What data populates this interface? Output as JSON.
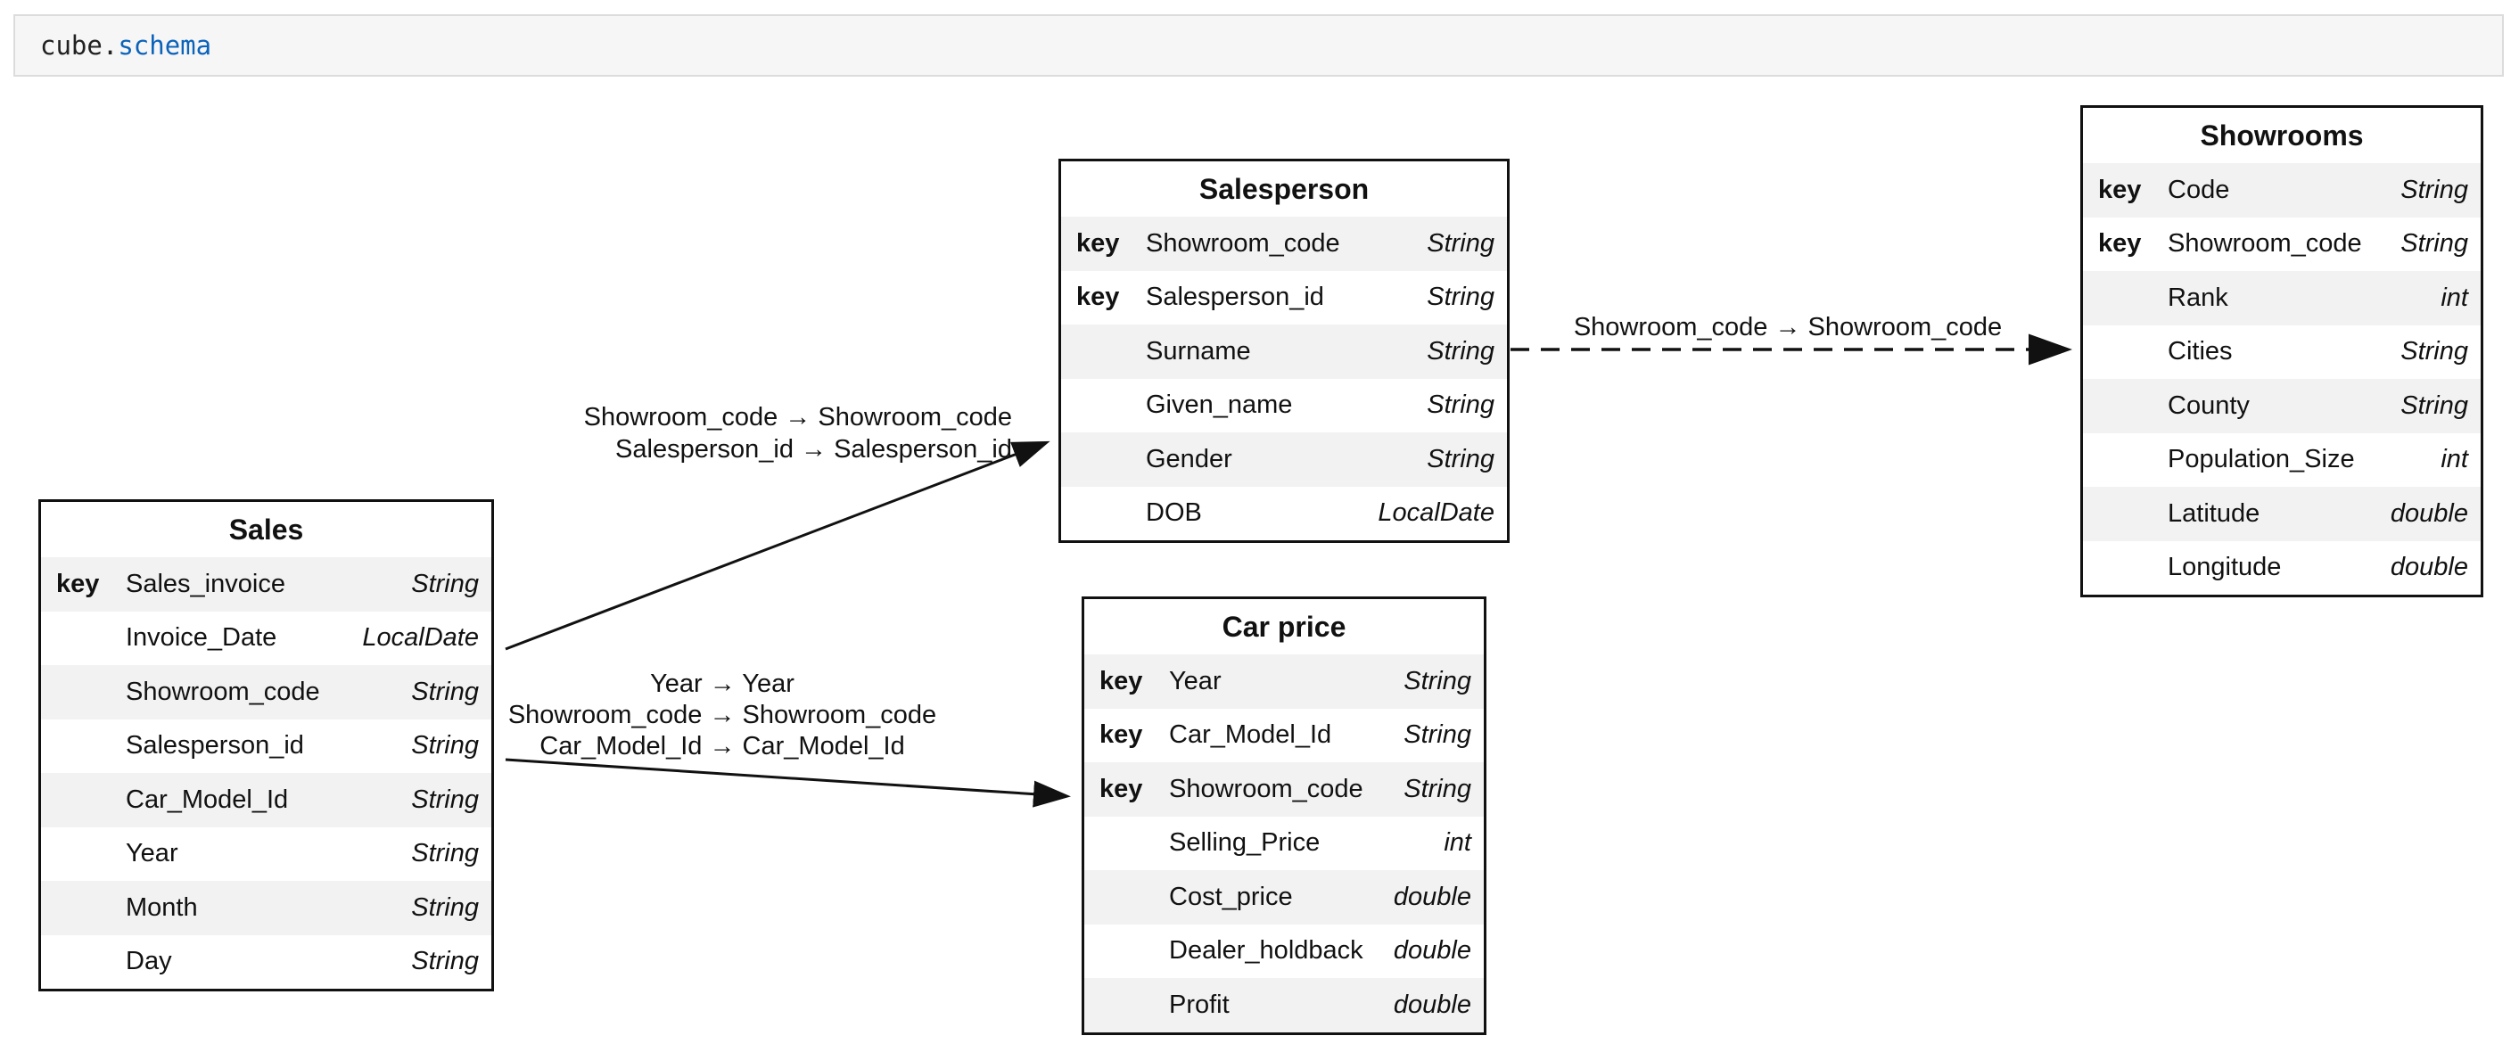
{
  "header": {
    "prefix": "cube.",
    "name": "schema"
  },
  "colors": {
    "accent_blue": "#0c63ba",
    "row_alt_background": "#f2f2f2",
    "table_border": "#111111",
    "topbar_background": "#f6f6f6"
  },
  "tables": [
    {
      "title": "Sales",
      "rows": [
        {
          "key": "key",
          "name": "Sales_invoice",
          "type": "String"
        },
        {
          "key": "",
          "name": "Invoice_Date",
          "type": "LocalDate"
        },
        {
          "key": "",
          "name": "Showroom_code",
          "type": "String"
        },
        {
          "key": "",
          "name": "Salesperson_id",
          "type": "String"
        },
        {
          "key": "",
          "name": "Car_Model_Id",
          "type": "String"
        },
        {
          "key": "",
          "name": "Year",
          "type": "String"
        },
        {
          "key": "",
          "name": "Month",
          "type": "String"
        },
        {
          "key": "",
          "name": "Day",
          "type": "String"
        }
      ]
    },
    {
      "title": "Salesperson",
      "rows": [
        {
          "key": "key",
          "name": "Showroom_code",
          "type": "String"
        },
        {
          "key": "key",
          "name": "Salesperson_id",
          "type": "String"
        },
        {
          "key": "",
          "name": "Surname",
          "type": "String"
        },
        {
          "key": "",
          "name": "Given_name",
          "type": "String"
        },
        {
          "key": "",
          "name": "Gender",
          "type": "String"
        },
        {
          "key": "",
          "name": "DOB",
          "type": "LocalDate"
        }
      ]
    },
    {
      "title": "Car price",
      "rows": [
        {
          "key": "key",
          "name": "Year",
          "type": "String"
        },
        {
          "key": "key",
          "name": "Car_Model_Id",
          "type": "String"
        },
        {
          "key": "key",
          "name": "Showroom_code",
          "type": "String"
        },
        {
          "key": "",
          "name": "Selling_Price",
          "type": "int"
        },
        {
          "key": "",
          "name": "Cost_price",
          "type": "double"
        },
        {
          "key": "",
          "name": "Dealer_holdback",
          "type": "double"
        },
        {
          "key": "",
          "name": "Profit",
          "type": "double"
        }
      ]
    },
    {
      "title": "Showrooms",
      "rows": [
        {
          "key": "key",
          "name": "Code",
          "type": "String"
        },
        {
          "key": "key",
          "name": "Showroom_code",
          "type": "String"
        },
        {
          "key": "",
          "name": "Rank",
          "type": "int"
        },
        {
          "key": "",
          "name": "Cities",
          "type": "String"
        },
        {
          "key": "",
          "name": "County",
          "type": "String"
        },
        {
          "key": "",
          "name": "Population_Size",
          "type": "int"
        },
        {
          "key": "",
          "name": "Latitude",
          "type": "double"
        },
        {
          "key": "",
          "name": "Longitude",
          "type": "double"
        }
      ]
    }
  ],
  "relations": [
    {
      "from": "Sales",
      "to": "Salesperson",
      "style": "solid",
      "lines": [
        "Showroom_code → Showroom_code",
        "Salesperson_id → Salesperson_id"
      ]
    },
    {
      "from": "Sales",
      "to": "Car price",
      "style": "solid",
      "lines": [
        "Year → Year",
        "Showroom_code → Showroom_code",
        "Car_Model_Id → Car_Model_Id"
      ]
    },
    {
      "from": "Salesperson",
      "to": "Showrooms",
      "style": "dashed",
      "lines": [
        "Showroom_code → Showroom_code"
      ]
    }
  ]
}
